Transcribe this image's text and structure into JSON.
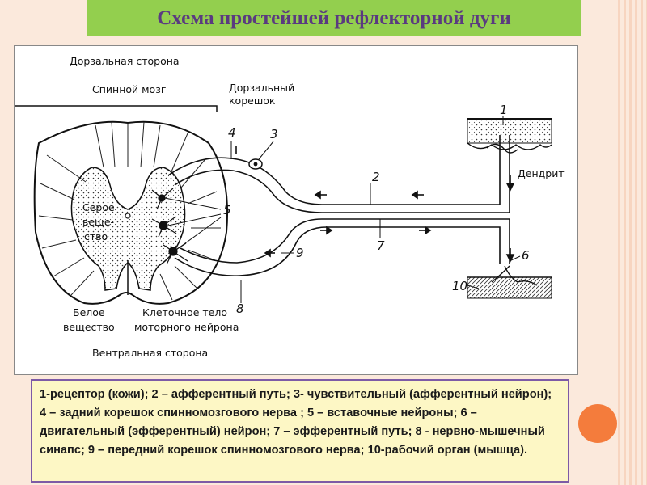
{
  "title": "Схема простейшей рефлекторной дуги",
  "labels": {
    "dorsal_side": "Дорзальная сторона",
    "spinal_cord": "Спинной мозг",
    "dorsal_root_line1": "Дорзальный",
    "dorsal_root_line2": "корешок",
    "gray_line1": "Серое",
    "gray_line2": "веще-",
    "gray_line3": "ство",
    "white_line1": "Белое",
    "white_line2": "вещество",
    "cell_body_line1": "Клеточное тело",
    "cell_body_line2": "моторного нейрона",
    "ventral_side": "Вентральная сторона",
    "dendrite": "Дендрит"
  },
  "numbers": {
    "n1": "1",
    "n2": "2",
    "n3": "3",
    "n4": "4",
    "n5": "5",
    "n6": "6",
    "n7": "7",
    "n8": "8",
    "n9": "9",
    "n10": "10"
  },
  "caption": "1-рецептор (кожи); 2 – афферентный путь; 3- чувствительный (афферентный нейрон); 4 – задний корешок спинномозгового нерва ; 5 – вставочные нейроны; 6 – двигательный (эфферентный) нейрон; 7 – эфферентный путь; 8 - нервно-мышечный синапс; 9 – передний корешок спинномозгового нерва; 10-рабочий орган (мышца).",
  "colors": {
    "background": "#fbe9dc",
    "title_bar": "#93cf4e",
    "title_text": "#5a3a80",
    "caption_bg": "#fdf7c5",
    "caption_border": "#7d5aa6",
    "accent_circle": "#f47c3c"
  }
}
